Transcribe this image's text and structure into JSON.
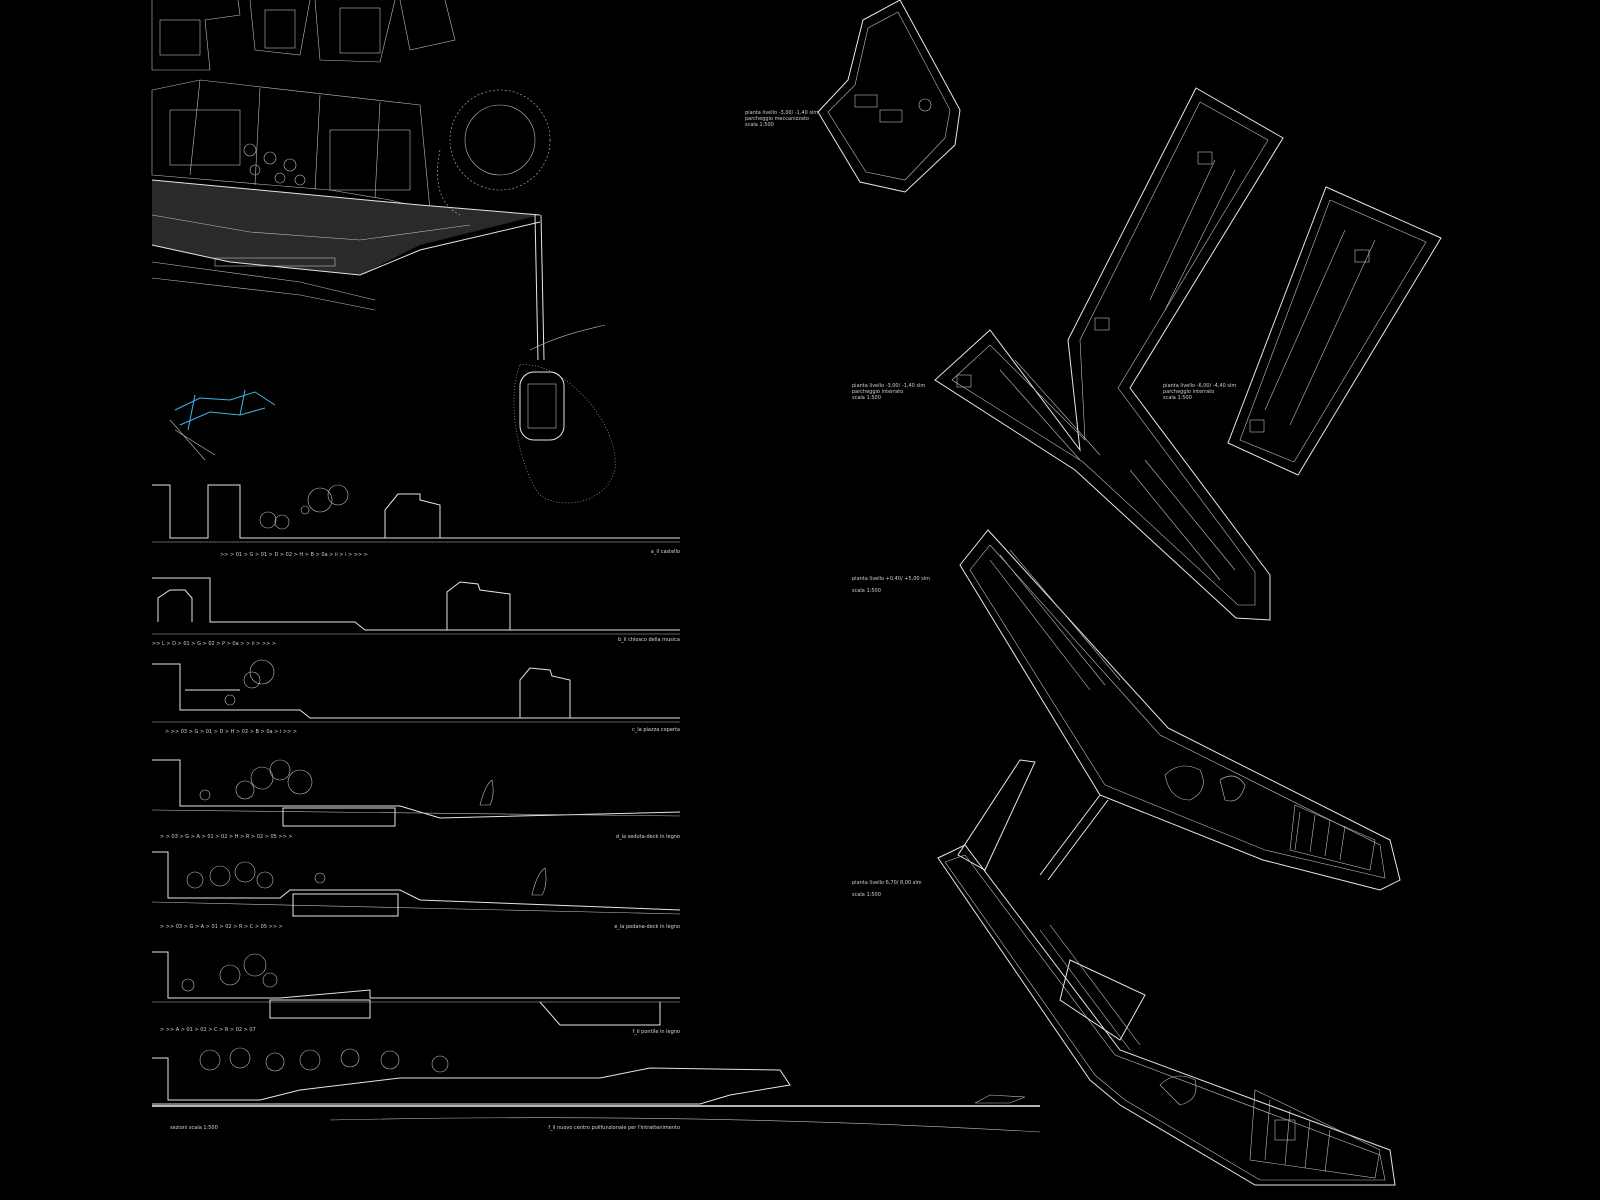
{
  "colors": {
    "background": "#000000",
    "linework": "#e6e6e6",
    "accent": "#3fb3e6"
  },
  "plans": [
    {
      "id": "p1",
      "title": "pianta livello -3,00/ -1,40 slm",
      "subtitle": "parcheggio meccanizzato",
      "scale": "scala 1:500"
    },
    {
      "id": "p2",
      "title": "pianta livello -3,00/ -1,40 slm",
      "subtitle": "parcheggio interrato",
      "scale": "scala 1:500"
    },
    {
      "id": "p3",
      "title": "pianta livello -6,00/ -4,40 slm",
      "subtitle": "parcheggio interrato",
      "scale": "scala 1:500"
    },
    {
      "id": "p4",
      "title": "pianta livello +0,40/ +5,00 slm",
      "subtitle": "",
      "scale": "scala 1:500"
    },
    {
      "id": "p5",
      "title": "pianta livello 6,70/ 8,00 slm",
      "subtitle": "",
      "scale": "scala 1:500"
    }
  ],
  "sections": [
    {
      "id": "a",
      "caption": "a_il castello",
      "sequence": ">>  >  01  >  G  >  01  >  D  >  02  > H  >  B  >  0a  >  ii  >  i  >  >>  >"
    },
    {
      "id": "b",
      "caption": "b_il chiosco della musica",
      "sequence": ">>  L  >  D  >  01  >  G  >  02  >  P  >  0a  >  >  ii  >  >>  >"
    },
    {
      "id": "c",
      "caption": "c_la piazza coperta",
      "sequence": ">  >>  03  >  G  >  01  >  D  >  H  >  02  >  B  >  0a  >  i  >>  >"
    },
    {
      "id": "d",
      "caption": "d_la seduta-deck in legno",
      "sequence": ">  >  03  >  G  >  A  >  01  >  02  >  H  >  R  >  02  >  05  >>  >"
    },
    {
      "id": "e",
      "caption": "e_la pedana-deck in legno",
      "sequence": ">  >>  03  >  G  >  A  >  01  >  02  >  R  >  C  >  05  >>  >"
    },
    {
      "id": "f",
      "caption": "f_il pontile in legno",
      "sequence": ">  >>  A  >  01  >  02  >  C  >  R  >  02  >  07"
    }
  ],
  "long_section": {
    "label": "sezioni scala 1:500",
    "caption": "f_il nuovo centro polifunzionale per l'intrattenimento"
  }
}
